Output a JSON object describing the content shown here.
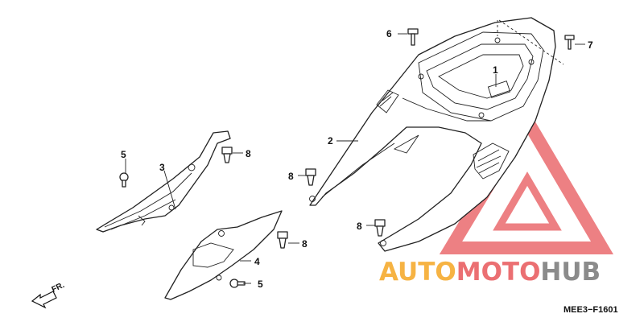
{
  "diagram_code": "MEE3−F1601",
  "direction_label": "FR.",
  "watermark": {
    "text_a": "AUTO",
    "text_b": "MOTO",
    "text_c": "HUB",
    "color_orange": "#f5a623",
    "color_red": "#e8565a",
    "color_gray": "#777777"
  },
  "callouts": [
    {
      "id": "c1",
      "label": "1"
    },
    {
      "id": "c2",
      "label": "2"
    },
    {
      "id": "c3",
      "label": "3"
    },
    {
      "id": "c4",
      "label": "4"
    },
    {
      "id": "c5a",
      "label": "5"
    },
    {
      "id": "c5b",
      "label": "5"
    },
    {
      "id": "c6",
      "label": "6"
    },
    {
      "id": "c7",
      "label": "7"
    },
    {
      "id": "c8a",
      "label": "8"
    },
    {
      "id": "c8b",
      "label": "8"
    },
    {
      "id": "c8c",
      "label": "8"
    },
    {
      "id": "c8d",
      "label": "8"
    }
  ]
}
